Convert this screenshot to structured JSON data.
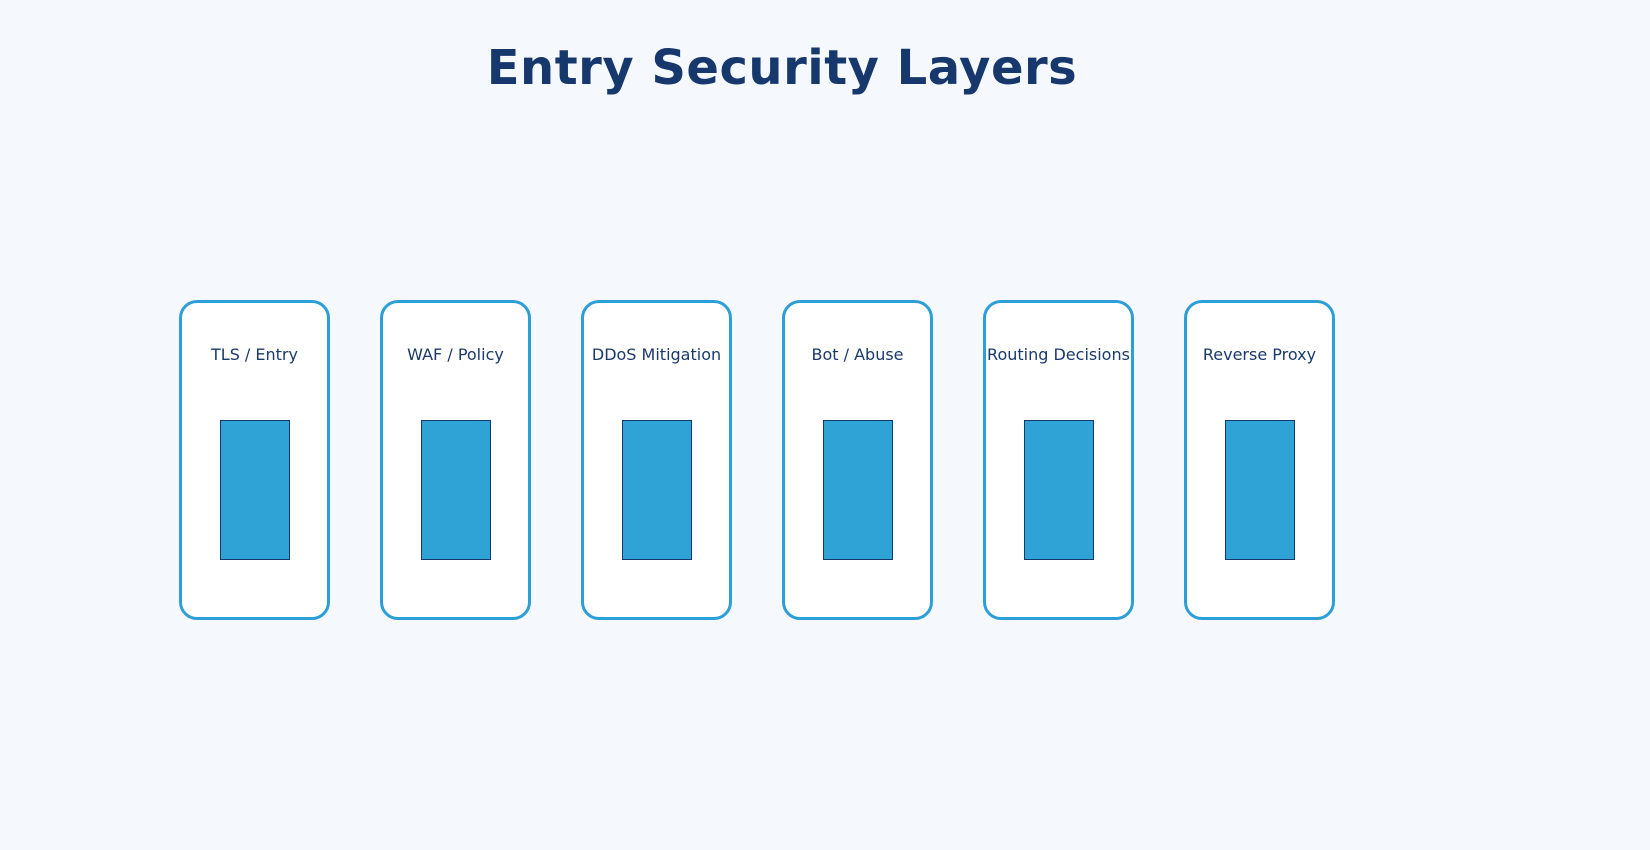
{
  "theme": {
    "bg": "#f5f8fc",
    "card-border": "#2d9fd8",
    "bar-fill": "#2fa2d6",
    "bar-border": "#17386d",
    "label-color": "#1a3a6b",
    "title-color": "#17386d"
  },
  "header": {
    "title": "Entry Security Layers"
  },
  "diagram": {
    "layers": [
      {
        "label": "TLS / Entry"
      },
      {
        "label": "WAF / Policy"
      },
      {
        "label": "DDoS Mitigation"
      },
      {
        "label": "Bot / Abuse"
      },
      {
        "label": "Routing Decisions"
      },
      {
        "label": "Reverse Proxy"
      }
    ]
  }
}
